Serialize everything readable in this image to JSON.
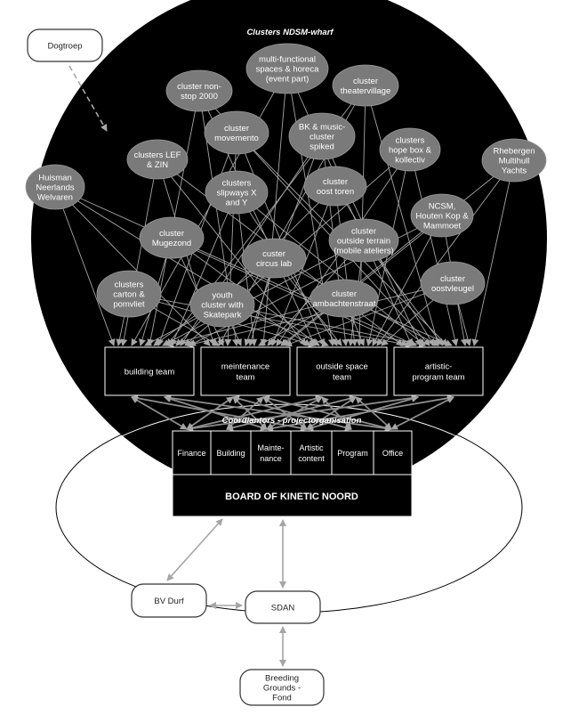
{
  "title": "Clusters NDSM-wharf",
  "subtitle": "Coordiantors - projectorganisation",
  "clusters": [
    {
      "id": "multi",
      "lines": [
        "multi-functional",
        "spaces & horeca",
        "(event part)"
      ]
    },
    {
      "id": "nonstop",
      "lines": [
        "cluster non-",
        "stop 2000"
      ]
    },
    {
      "id": "theatervillage",
      "lines": [
        "cluster",
        "theatervillage"
      ]
    },
    {
      "id": "movemento",
      "lines": [
        "cluster",
        "movemento"
      ]
    },
    {
      "id": "bkmusic",
      "lines": [
        "BK & music-",
        "cluster",
        "spiked"
      ]
    },
    {
      "id": "hopebox",
      "lines": [
        "clusters",
        "hope box &",
        "kollectiv"
      ]
    },
    {
      "id": "lef",
      "lines": [
        "clusters LEF",
        "& ZIN"
      ]
    },
    {
      "id": "slipways",
      "lines": [
        "clusters",
        "slipways X",
        "and Y"
      ]
    },
    {
      "id": "oosttoren",
      "lines": [
        "cluster",
        "oost toren"
      ]
    },
    {
      "id": "huisman",
      "lines": [
        "Huisman",
        "Neerlands",
        "Welvaren"
      ]
    },
    {
      "id": "rhebergen",
      "lines": [
        "Rhebergen",
        "Multihull",
        "Yachts"
      ]
    },
    {
      "id": "ncsm",
      "lines": [
        "NCSM,",
        "Houten Kop &",
        "Mammoet"
      ]
    },
    {
      "id": "mugezond",
      "lines": [
        "cluster",
        "Mugezond"
      ]
    },
    {
      "id": "outside",
      "lines": [
        "cluster",
        "outside terrain",
        "(mobile ateliers)"
      ]
    },
    {
      "id": "circus",
      "lines": [
        "custer",
        "circus lab"
      ]
    },
    {
      "id": "carton",
      "lines": [
        "clusters",
        "carton &",
        "pomvliet"
      ]
    },
    {
      "id": "youth",
      "lines": [
        "youth",
        "cluster with",
        "Skatepark"
      ]
    },
    {
      "id": "ambacht",
      "lines": [
        "cluster",
        "ambachtenstraat"
      ]
    },
    {
      "id": "oostvleugel",
      "lines": [
        "cluster",
        "oostvleugel"
      ]
    }
  ],
  "teams": [
    {
      "id": "building",
      "lines": [
        "building team"
      ]
    },
    {
      "id": "maintenance",
      "lines": [
        "meintenance",
        "team"
      ]
    },
    {
      "id": "outsidespace",
      "lines": [
        "outside space",
        "team"
      ]
    },
    {
      "id": "artistic",
      "lines": [
        "artistic-",
        "program team"
      ]
    }
  ],
  "departments": [
    {
      "id": "finance",
      "lines": [
        "Finance"
      ]
    },
    {
      "id": "buildingdept",
      "lines": [
        "Building"
      ]
    },
    {
      "id": "maint",
      "lines": [
        "Mainte-",
        "nance"
      ]
    },
    {
      "id": "artcontent",
      "lines": [
        "Artistic",
        "content"
      ]
    },
    {
      "id": "program",
      "lines": [
        "Program"
      ]
    },
    {
      "id": "office",
      "lines": [
        "Office"
      ]
    }
  ],
  "board": "BOARD OF KINETIC NOORD",
  "external": [
    {
      "id": "dogtroep",
      "lines": [
        "Dogtroep"
      ]
    },
    {
      "id": "bvdurf",
      "lines": [
        "BV Durf"
      ]
    },
    {
      "id": "sdan",
      "lines": [
        "SDAN"
      ]
    },
    {
      "id": "breeding",
      "lines": [
        "Breeding",
        "Grounds -",
        "Fond"
      ]
    }
  ],
  "colors": {
    "background": "#ffffff",
    "main_circle": "#000000",
    "cluster_fill": "#7a7a7a",
    "arrow_gray": "#a6a6a6",
    "box_fill": "#000000",
    "box_stroke": "#ffffff",
    "external_stroke": "#333333"
  }
}
